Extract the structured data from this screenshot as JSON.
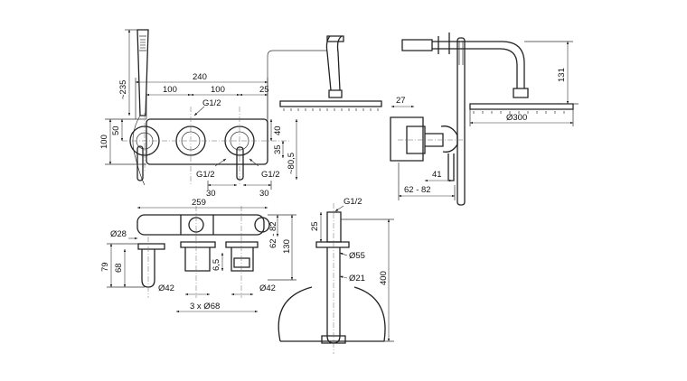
{
  "colors": {
    "line": "#222222",
    "background": "#ffffff"
  },
  "icons": [
    "arrowhead-icon",
    "diameter-symbol"
  ],
  "front_view": {
    "dim_handshower_height": "~235",
    "dim_total_width": "240",
    "dim_left_spacing": "100",
    "dim_right_spacing": "100",
    "dim_offset": "25",
    "dim_thread_top": "G1/2",
    "dim_plate_height": "100",
    "dim_plate_half": "50",
    "dim_right_40": "40",
    "dim_right_35": "35",
    "dim_right_805": "~80,5",
    "dim_thread_bottom_left": "G1/2",
    "dim_thread_bottom_right": "G1/2",
    "dim_bottom_30_left": "30",
    "dim_bottom_30_right": "30"
  },
  "head_side_view": {
    "dim_27": "27",
    "dim_head_dia": "Ø300",
    "dim_131": "131",
    "dim_41": "41",
    "dim_range": "62 - 82"
  },
  "top_view": {
    "dim_259": "259",
    "dim_range": "62 - 82",
    "dim_130": "130",
    "dim_dia_28": "Ø28",
    "dim_79": "79",
    "dim_68": "68",
    "dim_6_5": "6,5",
    "dim_dia_42_left": "Ø42",
    "dim_dia_42_right": "Ø42",
    "dim_3x68": "3 x Ø68"
  },
  "arm_view": {
    "dim_thread": "G1/2",
    "dim_25": "25",
    "dim_dia_55": "Ø55",
    "dim_dia_21": "Ø21",
    "dim_400": "400"
  }
}
